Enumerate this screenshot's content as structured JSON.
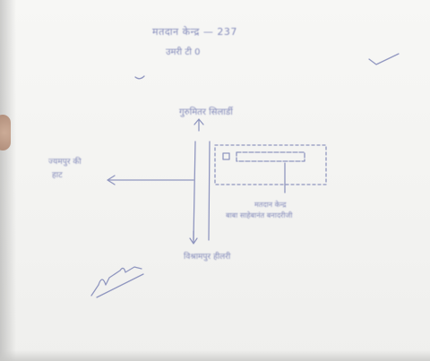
{
  "note": {
    "header_line1": "मतदान केन्द्र — 237",
    "header_line2": "उमरी टी 0",
    "top_label": "गुरुमितर सिलार्डी",
    "left_label_line1": "ज्यमपुर की",
    "left_label_line2": "हाट",
    "booth_label_line1": "मतदान केन्द्र",
    "booth_label_line2": "बाबा साहेबानंत बनादरीजी",
    "bottom_label": "विश्रामपुर हीलरी"
  }
}
